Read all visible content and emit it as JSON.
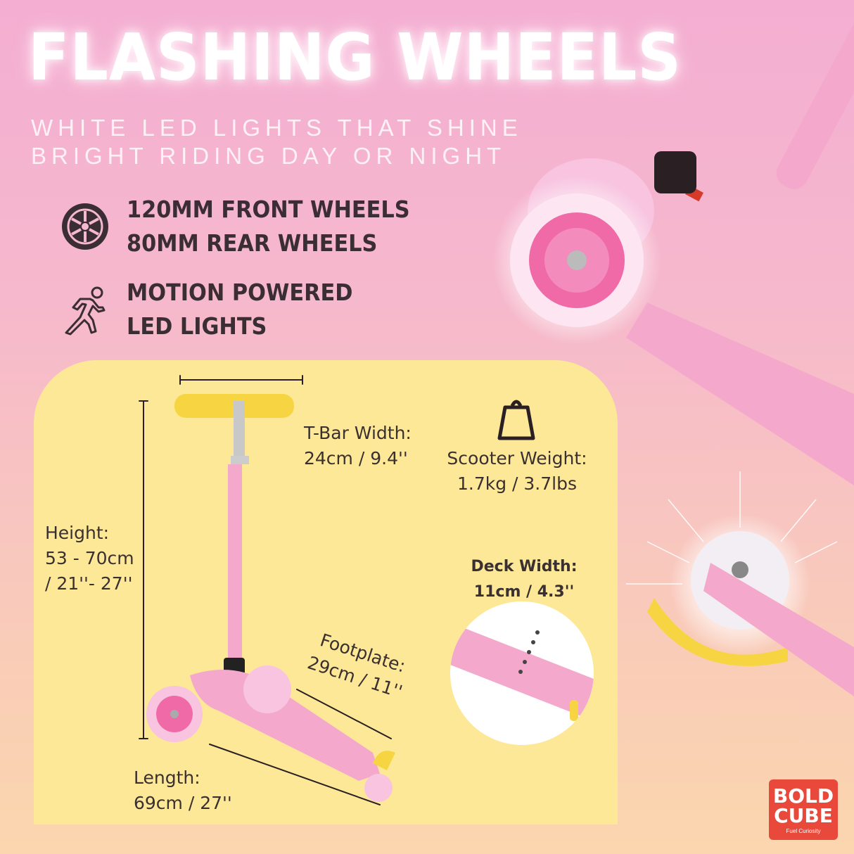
{
  "header": {
    "title": "FLASHING WHEELS",
    "subtitle_line1": "WHITE LED LIGHTS THAT SHINE",
    "subtitle_line2": "BRIGHT RIDING DAY OR NIGHT"
  },
  "features": [
    {
      "icon": "wheel-icon",
      "line1": "120MM FRONT WHEELS",
      "line2": "80MM REAR WHEELS"
    },
    {
      "icon": "running-person-icon",
      "line1": "MOTION POWERED",
      "line2": "LED LIGHTS"
    }
  ],
  "specs": {
    "tbar": {
      "label": "T-Bar Width:",
      "value": "24cm / 9.4''"
    },
    "weight": {
      "icon": "weight-icon",
      "label": "Scooter Weight:",
      "value": "1.7kg / 3.7lbs"
    },
    "height": {
      "label": "Height:",
      "value1": "53 - 70cm",
      "value2": "/ 21''- 27''"
    },
    "deck": {
      "label": "Deck Width:",
      "value": "11cm / 4.3''"
    },
    "footplate": {
      "label": "Footplate:",
      "value": "29cm / 11''"
    },
    "length": {
      "label": "Length:",
      "value": "69cm / 27''"
    }
  },
  "logo": {
    "line1": "BOLD",
    "line2": "CUBE",
    "tagline": "Fuel Curiosity"
  },
  "colors": {
    "card": "#fde898",
    "logo": "#e8493a",
    "text": "#3a2d33",
    "scooter_pink": "#f4a9cc",
    "grip_yellow": "#f7d542"
  }
}
